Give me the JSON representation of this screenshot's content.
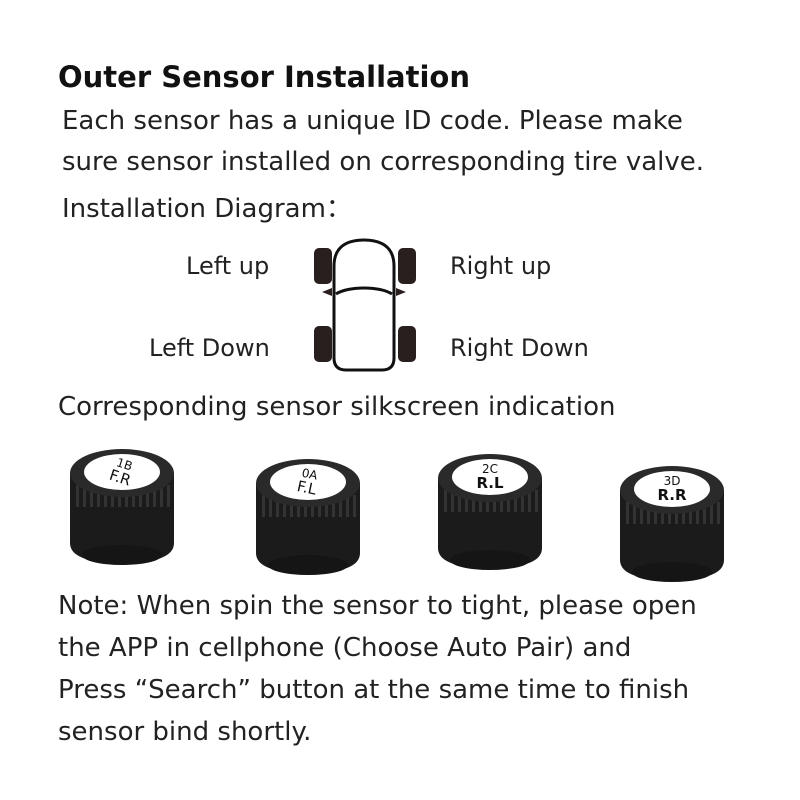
{
  "title": "Outer Sensor Installation",
  "intro_lines": [
    "Each sensor has a unique ID code. Please make",
    "sure sensor installed on corresponding tire valve.",
    "Installation Diagram："
  ],
  "diagram": {
    "left_up": "Left up",
    "right_up": "Right up",
    "left_down": "Left Down",
    "right_down": "Right Down",
    "icon": "car-top-view-icon"
  },
  "caption": "Corresponding sensor silkscreen indication",
  "sensors": [
    {
      "code": "1B",
      "position": "F.R"
    },
    {
      "code": "0A",
      "position": "F.L"
    },
    {
      "code": "2C",
      "position": "R.L"
    },
    {
      "code": "3D",
      "position": "R.R"
    }
  ],
  "note_lines": [
    "Note: When spin the sensor to tight, please open",
    "the APP in cellphone (Choose Auto Pair) and",
    "Press “Search” button at the same time to finish",
    "sensor bind shortly."
  ],
  "colors": {
    "text": "#222222",
    "sensor_body": "#1b1b1b",
    "sensor_cap": "#ffffff"
  }
}
